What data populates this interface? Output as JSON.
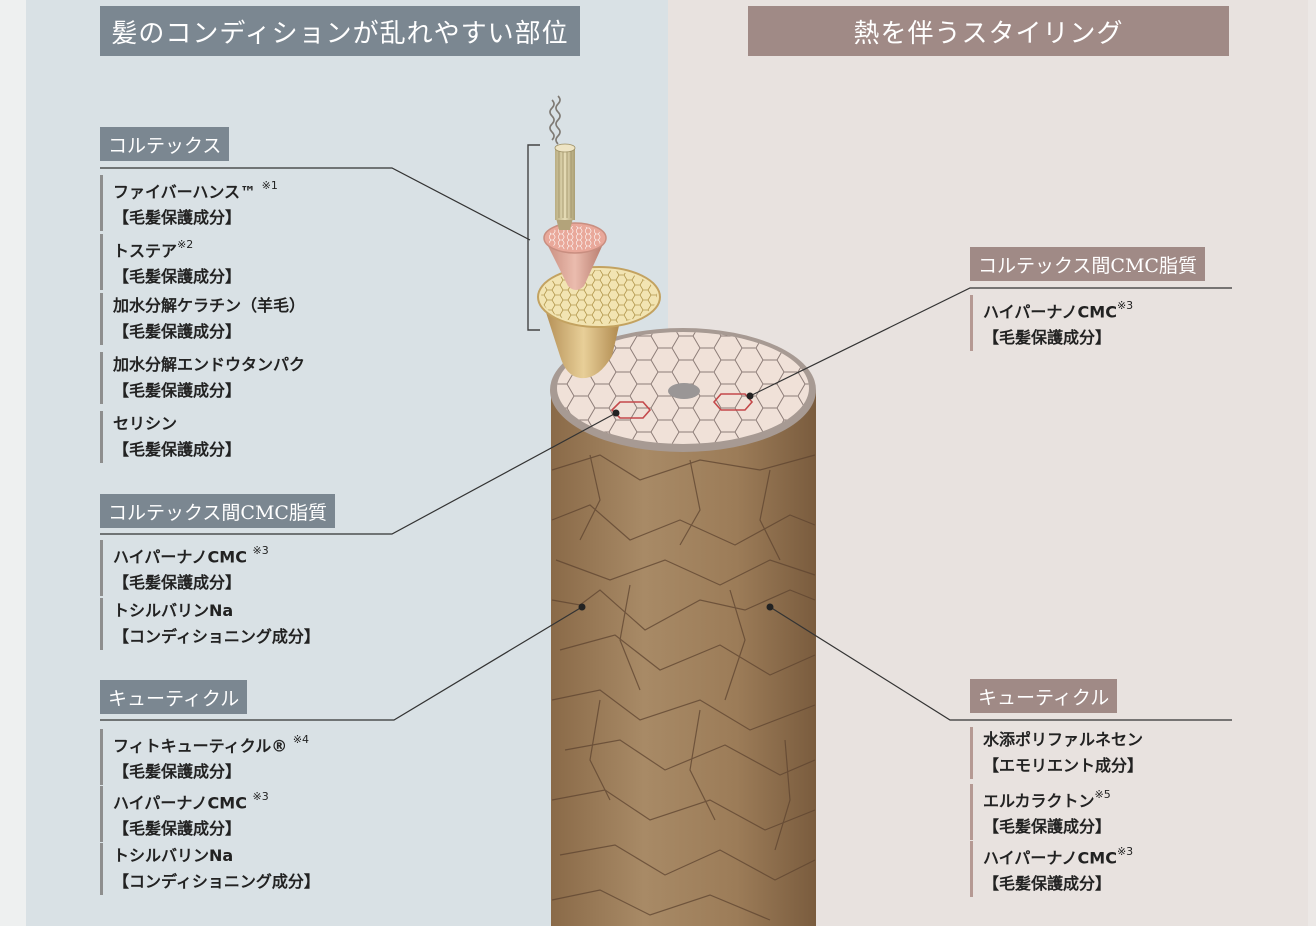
{
  "banners": {
    "left": "髪のコンディションが乱れやすい部位",
    "right": "熱を伴うスタイリング"
  },
  "left": {
    "cortex": {
      "tag": "コルテックス",
      "items": [
        {
          "name": "ファイバーハンス™",
          "note": "※1",
          "role": "【毛髪保護成分】"
        },
        {
          "name": "トステア",
          "note": "※2",
          "role": "【毛髪保護成分】"
        },
        {
          "name": "加水分解ケラチン（羊毛）",
          "note": "",
          "role": "【毛髪保護成分】"
        },
        {
          "name": "加水分解エンドウタンパク",
          "note": "",
          "role": "【毛髪保護成分】"
        },
        {
          "name": "セリシン",
          "note": "",
          "role": "【毛髪保護成分】"
        }
      ]
    },
    "cmc": {
      "tag": "コルテックス間CMC脂質",
      "items": [
        {
          "name": "ハイパーナノCMC",
          "note": "※3",
          "role": "【毛髪保護成分】"
        },
        {
          "name": "トシルバリンNa",
          "note": "",
          "role": "【コンディショニング成分】"
        }
      ]
    },
    "cuticle": {
      "tag": "キューティクル",
      "items": [
        {
          "name": "フィトキューティクル®",
          "note": "※4",
          "role": "【毛髪保護成分】"
        },
        {
          "name": "ハイパーナノCMC",
          "note": "※3",
          "role": "【毛髪保護成分】"
        },
        {
          "name": "トシルバリンNa",
          "note": "",
          "role": "【コンディショニング成分】"
        }
      ]
    }
  },
  "right": {
    "cmc": {
      "tag": "コルテックス間CMC脂質",
      "items": [
        {
          "name": "ハイパーナノCMC",
          "note": "※3",
          "role": "【毛髪保護成分】"
        }
      ]
    },
    "cuticle": {
      "tag": "キューティクル",
      "items": [
        {
          "name": "水添ポリファルネセン",
          "note": "",
          "role": "【エモリエント成分】"
        },
        {
          "name": "エルカラクトン",
          "note": "※5",
          "role": "【毛髪保護成分】"
        },
        {
          "name": "ハイパーナノCMC",
          "note": "※3",
          "role": "【毛髪保護成分】"
        }
      ]
    }
  },
  "colors": {
    "left_panel": "#d9e1e5",
    "right_panel": "#e8e2df",
    "tag_blue": "#7b8791",
    "tag_rose": "#a08a86",
    "hair_brown": "#9c7c58"
  }
}
